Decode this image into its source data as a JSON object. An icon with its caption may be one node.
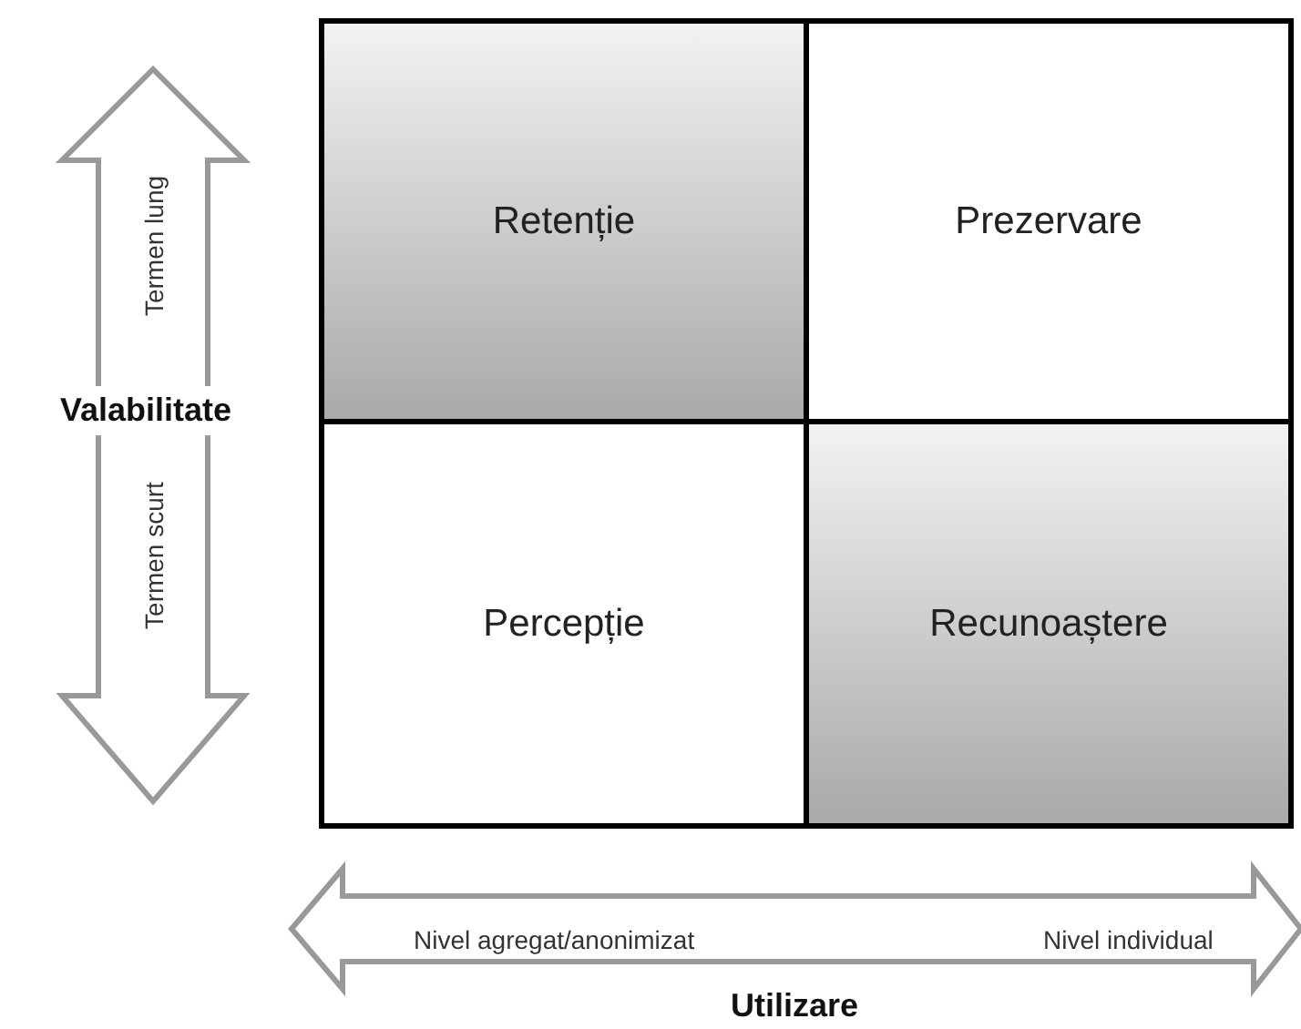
{
  "diagram": {
    "nodes": [
      {
        "text": [
          "Retenție"
        ]
      },
      {
        "text": [
          "Prezervare"
        ]
      },
      {
        "text": [
          "Percepție"
        ]
      },
      {
        "text": [
          "Recunoaștere"
        ]
      }
    ],
    "labels": [
      "Termen lung",
      "Valabilitate",
      "Termen scurt",
      "Nivel agregat/anonimizat",
      "Nivel individual",
      "Utilizare"
    ]
  }
}
